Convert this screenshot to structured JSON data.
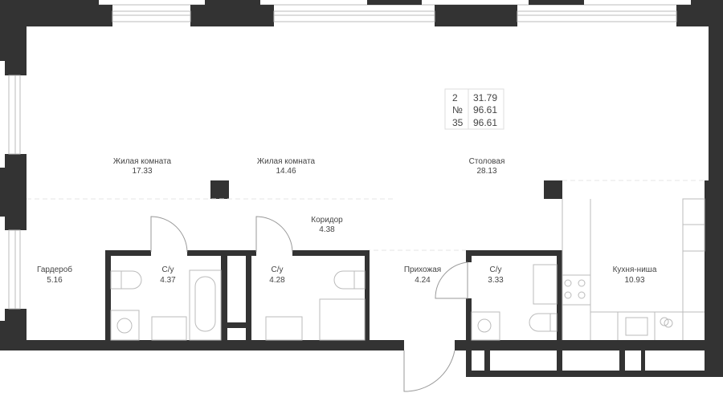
{
  "summary_table": {
    "rows": [
      {
        "key": "2",
        "value": "31.79"
      },
      {
        "key": "№",
        "value": "96.61"
      },
      {
        "key": "35",
        "value": "96.61"
      }
    ]
  },
  "rooms": [
    {
      "name": "Жилая комната",
      "area": "17.33"
    },
    {
      "name": "Жилая комната",
      "area": "14.46"
    },
    {
      "name": "Столовая",
      "area": "28.13"
    },
    {
      "name": "Коридор",
      "area": "4.38"
    },
    {
      "name": "Гардероб",
      "area": "5.16"
    },
    {
      "name": "С/у",
      "area": "4.37"
    },
    {
      "name": "С/у",
      "area": "4.28"
    },
    {
      "name": "Прихожая",
      "area": "4.24"
    },
    {
      "name": "С/у",
      "area": "3.33"
    },
    {
      "name": "Кухня-ниша",
      "area": "10.93"
    }
  ],
  "colors": {
    "wall": "#333333",
    "line": "#bbbbbb",
    "text": "#444444"
  }
}
